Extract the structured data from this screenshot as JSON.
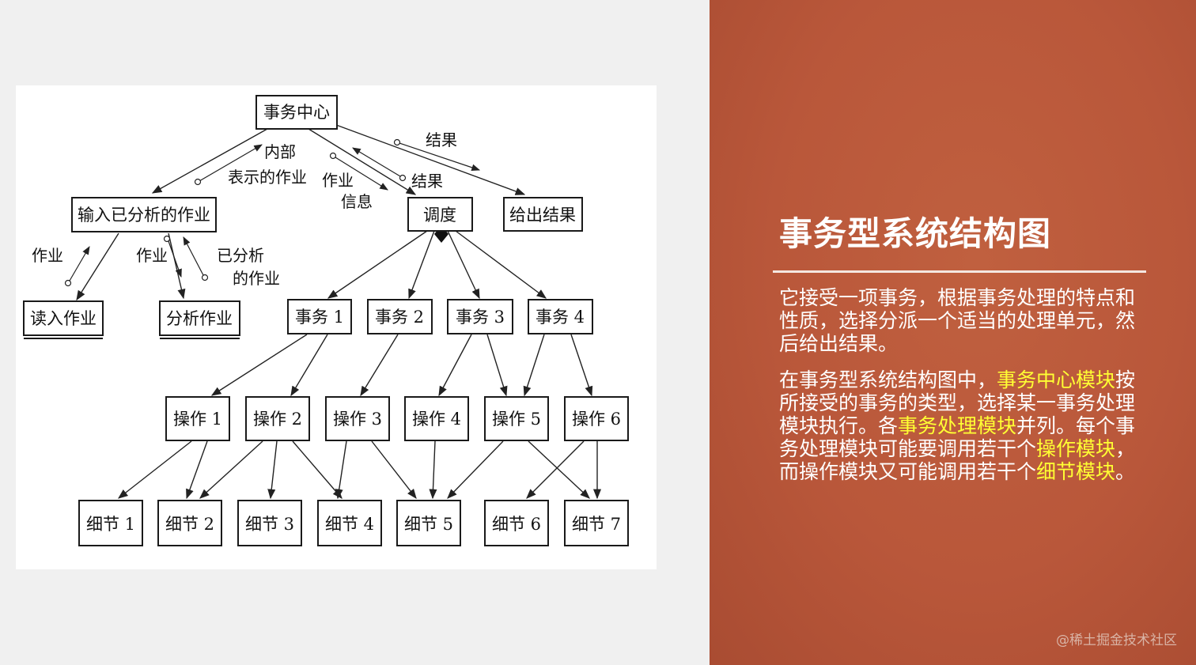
{
  "diagram": {
    "nodes": {
      "center": "事务中心",
      "input": "输入已分析的作业",
      "dispatch": "调度",
      "output": "给出结果",
      "read": "读入作业",
      "analyze": "分析作业",
      "t1": "事务 1",
      "t2": "事务 2",
      "t3": "事务 3",
      "t4": "事务 4",
      "o1": "操作 1",
      "o2": "操作 2",
      "o3": "操作 3",
      "o4": "操作 4",
      "o5": "操作 5",
      "o6": "操作 6",
      "d1": "细节 1",
      "d2": "细节 2",
      "d3": "细节 3",
      "d4": "细节 4",
      "d5": "细节 5",
      "d6": "细节 6",
      "d7": "细节 7"
    },
    "flows": {
      "internal_1": "内部",
      "internal_2": "表示的作业",
      "job_info_1": "作业",
      "job_info_2": "信息",
      "result_dispatch": "结果",
      "result_output": "结果",
      "job_read": "作业",
      "job_analyze": "作业",
      "analyzed_1": "已分析",
      "analyzed_2": "的作业"
    }
  },
  "slide": {
    "title": "事务型系统结构图",
    "para1": "它接受一项事务，根据事务处理的特点和性质，选择分派一个适当的处理单元，然后给出结果。",
    "para2": {
      "a": "在事务型系统结构图中，",
      "b": "事务中心模块",
      "c": "按所接受的事务的类型，选择某一事务处理模块执行。各",
      "d": "事务处理模块",
      "e": "并列。每个事务处理模块可能要调用若干个",
      "f": "操作模块",
      "g": "，而操作模块又可能调用若干个",
      "h": "细节模块",
      "i": "。"
    },
    "watermark": "@稀土掘金技术社区"
  },
  "colors": {
    "accent_panel": "#b9573a",
    "highlight": "#ffff33",
    "diagram_line": "#1a1a1a"
  }
}
